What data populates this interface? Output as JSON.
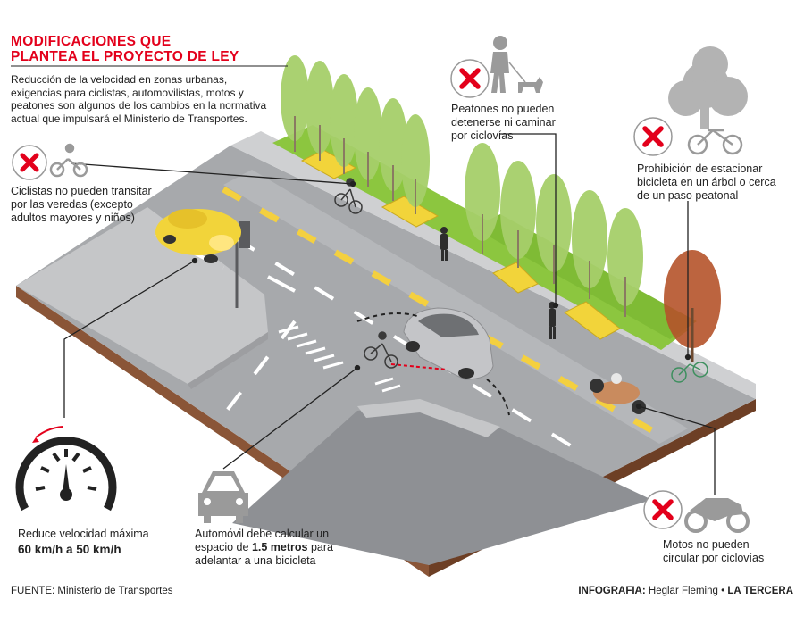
{
  "title": {
    "line1": "MODIFICACIONES QUE",
    "line2": "PLANTEA EL PROYECTO DE LEY"
  },
  "intro": "Reducción de la velocidad en zonas urbanas, exigencias para ciclistas, automovilistas, motos y peatones son algunos de los cambios en la normativa actual que impulsará el Ministerio de Transportes.",
  "callouts": {
    "ciclistas": {
      "line1": "Ciclistas no pueden transitar",
      "line2": "por las veredas (excepto",
      "line3": "adultos mayores y niños)",
      "icon": "bicycle-rider-icon"
    },
    "peatones": {
      "line1": "Peatones no pueden",
      "line2": "detenerse ni caminar",
      "line3": "por ciclovías",
      "icon": "pedestrian-with-dog-icon"
    },
    "estacionar": {
      "line1": "Prohibición de estacionar",
      "line2": "bicicleta en un árbol o cerca",
      "line3": "de un paso peatonal",
      "icon": "tree-with-bicycle-icon"
    },
    "velocidad": {
      "line1": "Reduce velocidad máxima",
      "line2": "60 km/h a 50 km/h",
      "icon": "speedometer-icon"
    },
    "automovil": {
      "line1": "Automóvil debe calcular un",
      "line2_pre": "espacio de",
      "line2_bold": "1.5 metros",
      "line2_post": "para",
      "line3": "adelantar a una bicicleta",
      "icon": "car-front-icon"
    },
    "motos": {
      "line1": "Motos no pueden",
      "line2": "circular por ciclovías",
      "icon": "motorcycle-icon"
    }
  },
  "footer": {
    "source": "FUENTE: Ministerio de Transportes",
    "credit_pre": "INFOGRAFIA:",
    "credit_name": "Heglar Fleming •",
    "credit_brand": "LA TERCERA"
  },
  "colors": {
    "accent_red": "#e3001b",
    "road": "#a9abae",
    "sidewalk": "#c9cacc",
    "grass": "#8cc63f",
    "bench": "#f2d43a",
    "earth": "#7a4a2e",
    "icon_gray": "#9a9a9a"
  }
}
